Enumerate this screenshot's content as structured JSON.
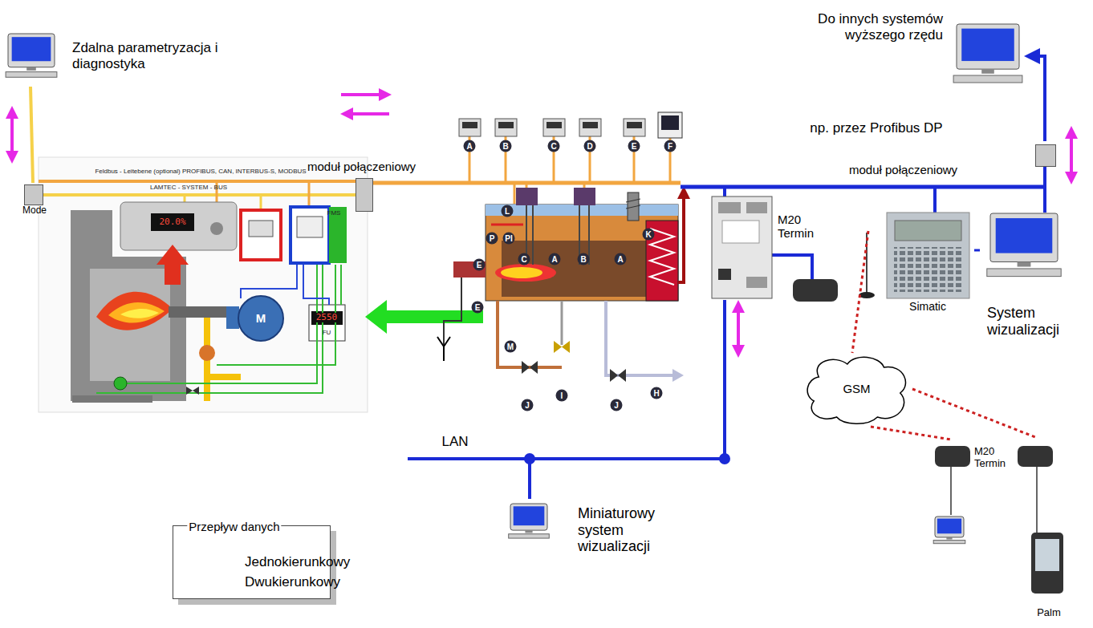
{
  "diagram": {
    "nodes": [
      {
        "text": [
          "Zdalna parametryzacja i diagnostyka"
        ]
      },
      {
        "text": [
          "Do innych systemów wyższego rzędu"
        ]
      },
      {
        "text": [
          "Mode"
        ]
      },
      {
        "text": [
          "moduł połączeniowy"
        ]
      },
      {
        "text": [
          "moduł połączeniowy"
        ]
      },
      {
        "text": [
          "M20 Termin"
        ]
      },
      {
        "text": [
          "Simatic"
        ]
      },
      {
        "text": [
          "System wizualizacji"
        ]
      },
      {
        "text": [
          "GSM"
        ]
      },
      {
        "text": [
          "Miniaturowy system wizualizacji"
        ]
      },
      {
        "text": [
          "M20 Termin"
        ]
      },
      {
        "text": [
          "Palm"
        ]
      }
    ],
    "edges": [
      {
        "from": 0,
        "to": 2,
        "arrow": "none"
      },
      {
        "from": 4,
        "to": 1,
        "label": "np. przez Profibus DP",
        "arrow": "to"
      },
      {
        "from": 6,
        "to": 7,
        "arrow": "none"
      },
      {
        "from": 9,
        "to": 5,
        "arrow": "none"
      },
      {
        "from": 8,
        "to": 10,
        "arrow": "none"
      },
      {
        "from": 8,
        "to": 11,
        "arrow": "none"
      }
    ],
    "labels": [
      "Feldbus - Leitebene (optional) PROFIBUS, CAN, INTERBUS-S, MODBUS",
      "LAMTEC - SYSTEM - BUS",
      "20.0%",
      "FMS",
      "M",
      "2550",
      "FU",
      "A",
      "B",
      "C",
      "D",
      "E",
      "F",
      "L",
      "P",
      "PI",
      "C",
      "A",
      "B",
      "A",
      "K",
      "E",
      "E",
      "M",
      "J",
      "I",
      "J",
      "H",
      "LAN",
      "Przepływ danych"
    ],
    "legend": [
      {
        "text": "Jednokierunkowy"
      },
      {
        "text": "Dwukierunkowy"
      }
    ]
  }
}
